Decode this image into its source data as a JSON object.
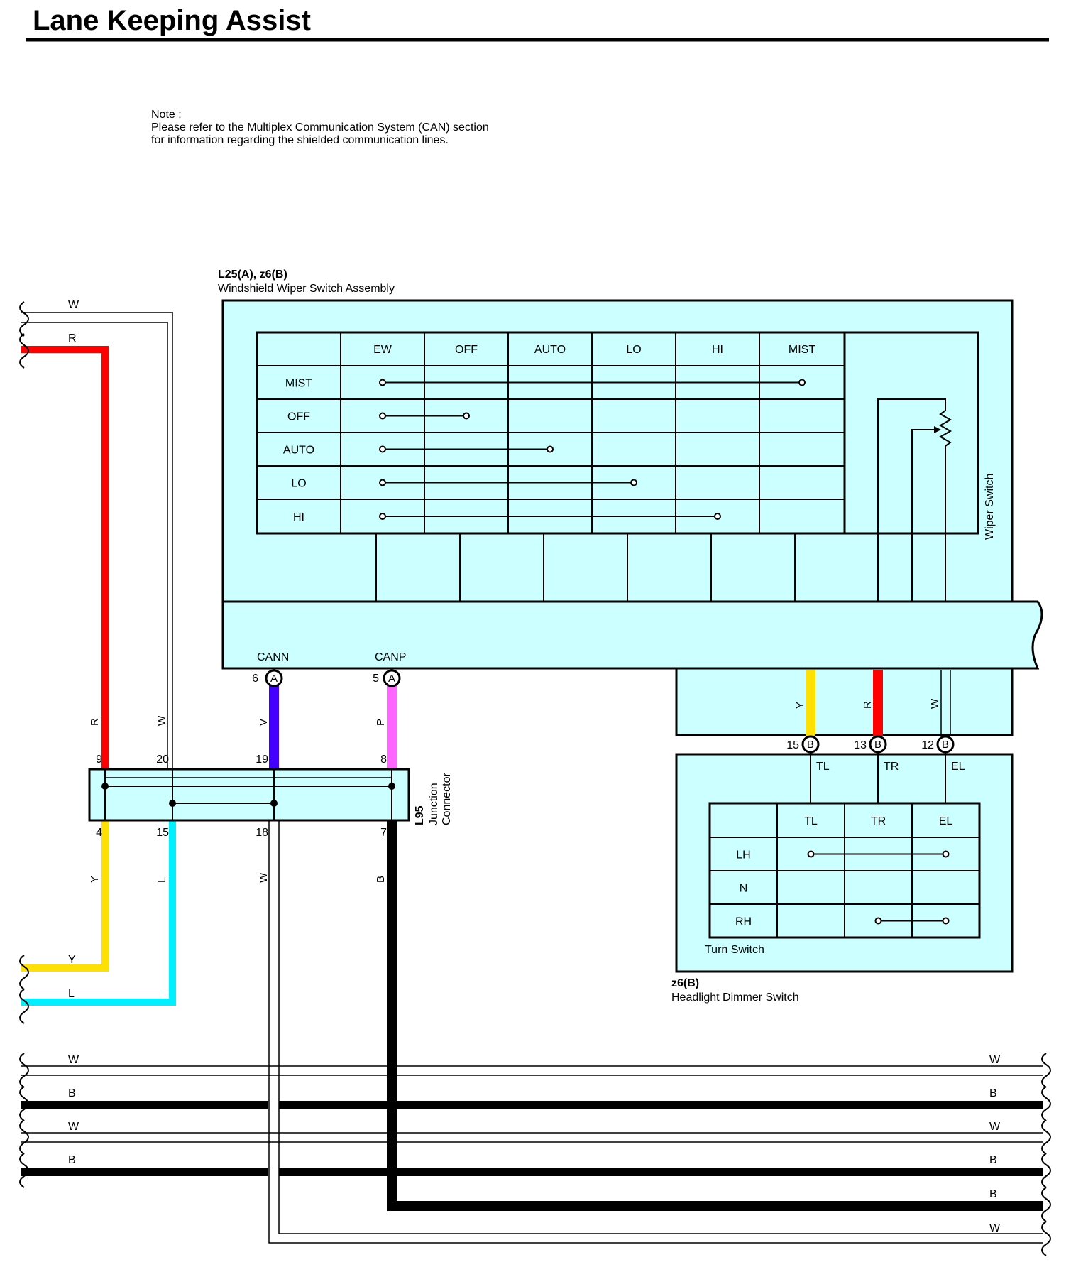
{
  "title": "Lane Keeping Assist",
  "note": {
    "line1": "Note :",
    "line2": "Please refer to the Multiplex Communication System (CAN) section",
    "line3": "for information regarding the shielded communication lines."
  },
  "wiper_assembly": {
    "code": "L25(A), z6(B)",
    "name": "Windshield Wiper Switch Assembly",
    "side_label": "Wiper Switch",
    "columns": [
      "EW",
      "OFF",
      "AUTO",
      "LO",
      "HI",
      "MIST"
    ],
    "rows": [
      "MIST",
      "OFF",
      "AUTO",
      "LO",
      "HI"
    ],
    "can_pins": [
      {
        "signal": "CANN",
        "pin": "6",
        "conn": "A",
        "wire": "V"
      },
      {
        "signal": "CANP",
        "pin": "5",
        "conn": "A",
        "wire": "P"
      }
    ],
    "b_pins": [
      {
        "pin": "15",
        "conn": "B",
        "wire": "Y",
        "terminal": "TL"
      },
      {
        "pin": "13",
        "conn": "B",
        "wire": "R",
        "terminal": "TR"
      },
      {
        "pin": "12",
        "conn": "B",
        "wire": "W",
        "terminal": "EL"
      }
    ]
  },
  "turn_switch": {
    "label": "Turn Switch",
    "code": "z6(B)",
    "name": "Headlight Dimmer Switch",
    "columns": [
      "TL",
      "TR",
      "EL"
    ],
    "rows": [
      "LH",
      "N",
      "RH"
    ]
  },
  "junction": {
    "code": "L95",
    "name_line1": "Junction",
    "name_line2": "Connector",
    "top_pins": [
      "9",
      "20",
      "19",
      "8"
    ],
    "top_wires": [
      "R",
      "W",
      "V",
      "P"
    ],
    "bottom_pins": [
      "4",
      "15",
      "18",
      "7"
    ],
    "bottom_wires": [
      "Y",
      "L",
      "W",
      "B"
    ]
  },
  "left_wires": [
    "W",
    "R",
    "Y",
    "L"
  ],
  "bus_left": [
    "W",
    "B",
    "W",
    "B"
  ],
  "bus_right": [
    "W",
    "B",
    "W",
    "B",
    "B",
    "W"
  ],
  "colors": {
    "panel": "#CCFFFF",
    "red": "#FF0000",
    "yellow": "#FFE000",
    "cyan": "#00F0FF",
    "violet": "#4400FF",
    "pink": "#FF66FF",
    "black": "#000000"
  }
}
